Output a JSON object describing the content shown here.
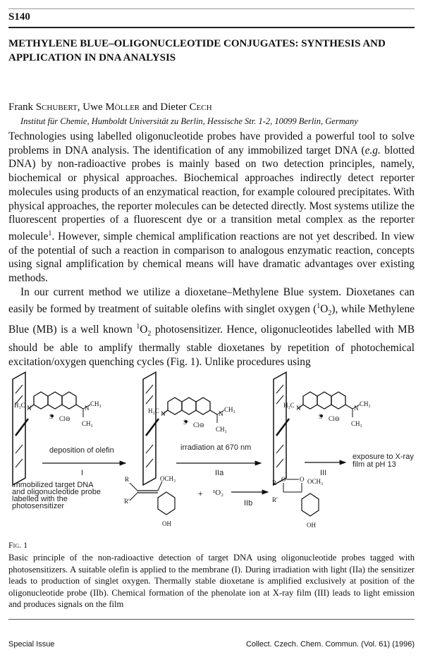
{
  "header": {
    "page_number": "S140"
  },
  "title": "METHYLENE BLUE–OLIGONUCLEOTIDE CONJUGATES: SYNTHESIS AND APPLICATION IN DNA ANALYSIS",
  "authors": {
    "a1_first": "Frank ",
    "a1_last": "Schubert",
    "sep1": ", Uwe ",
    "a2_last": "Möller",
    "sep2": " and Dieter ",
    "a3_last": "Cech"
  },
  "affiliation": "Institut für Chemie, Humboldt Universität zu Berlin, Hessische Str. 1-2, 10099 Berlin, Germany",
  "body": {
    "p1_a": "Technologies using labelled oligonucleotide probes have provided a powerful tool to solve problems in DNA analysis. The identification of any immobilized target DNA (",
    "p1_eg": "e.g.",
    "p1_b": " blotted DNA) by non-radioactive probes is mainly based on two detection principles, namely, biochemical or physical approaches. Biochemical approaches indirectly detect reporter molecules using products of an enzymatical reaction, for example coloured precipitates. With physical approaches, the reporter molecules can be detected directly. Most systems utilize the fluorescent properties of a fluorescent dye or a transition metal complex as the reporter molecule",
    "p1_ref": "1",
    "p1_c": ". However, simple chemical amplification reactions are not yet described. In view of the potential of such a reaction in comparison to analogous enzymatic reaction, concepts using signal amplification by chemical means will have dramatic advantages over existing methods.",
    "p2_a": "In our current method we utilize a dioxetane–Methylene Blue system. Dioxetanes can easily be formed by treatment of suitable olefins with singlet oxygen (",
    "p2_sup1": "1",
    "p2_b": "O",
    "p2_sub1": "2",
    "p2_c": "), while Methylene Blue (MB) is a well known ",
    "p2_sup2": "1",
    "p2_d": "O",
    "p2_sub2": "2",
    "p2_e": " photosensitizer. Hence, oligonucleotides labelled with MB should be able to amplify thermally stable dioxetanes by repetition of photochemical excitation/oxygen quenching cycles (Fig. 1). Unlike procedures using"
  },
  "figure": {
    "step1_label": "deposition of olefin",
    "step1_num": "I",
    "step2_label": "irradiation at 670 nm",
    "step2_num": "IIa",
    "step3_num": "III",
    "step3_label_1": "exposure to X-ray",
    "step3_label_2": "film at pH 13",
    "legend_1": "immobilized target DNA",
    "legend_2": "and oligonucleotide probe",
    "legend_3": "labelled with the",
    "legend_4": "photosensitizer",
    "step4_num": "IIb",
    "plus": "+",
    "singlet_oxygen": "¹O₂",
    "r": "R",
    "r_prime": "R'",
    "och3": "OCH₃",
    "oh": "OH",
    "o": "O",
    "h3c": "H₃C",
    "ch3": "CH₃",
    "n": "N",
    "s": "S",
    "cl": "Cl⊖"
  },
  "caption": {
    "label": "Fig. 1",
    "text": "Basic principle of the non-radioactive detection of target DNA using oligonucleotide probes tagged with photosensitizers. A suitable olefin is applied to the membrane (I). During irradiation with light (IIa) the sensitizer leads to production of singlet oxygen. Thermally stable dioxetane is amplified exclusively at position of the oligonucleotide probe (IIb). Chemical formation of the phenolate ion at X-ray film (III) leads to light emission and produces signals on the film"
  },
  "footer": {
    "left": "Special Issue",
    "right": "Collect. Czech. Chem. Commun. (Vol. 61) (1996)"
  }
}
